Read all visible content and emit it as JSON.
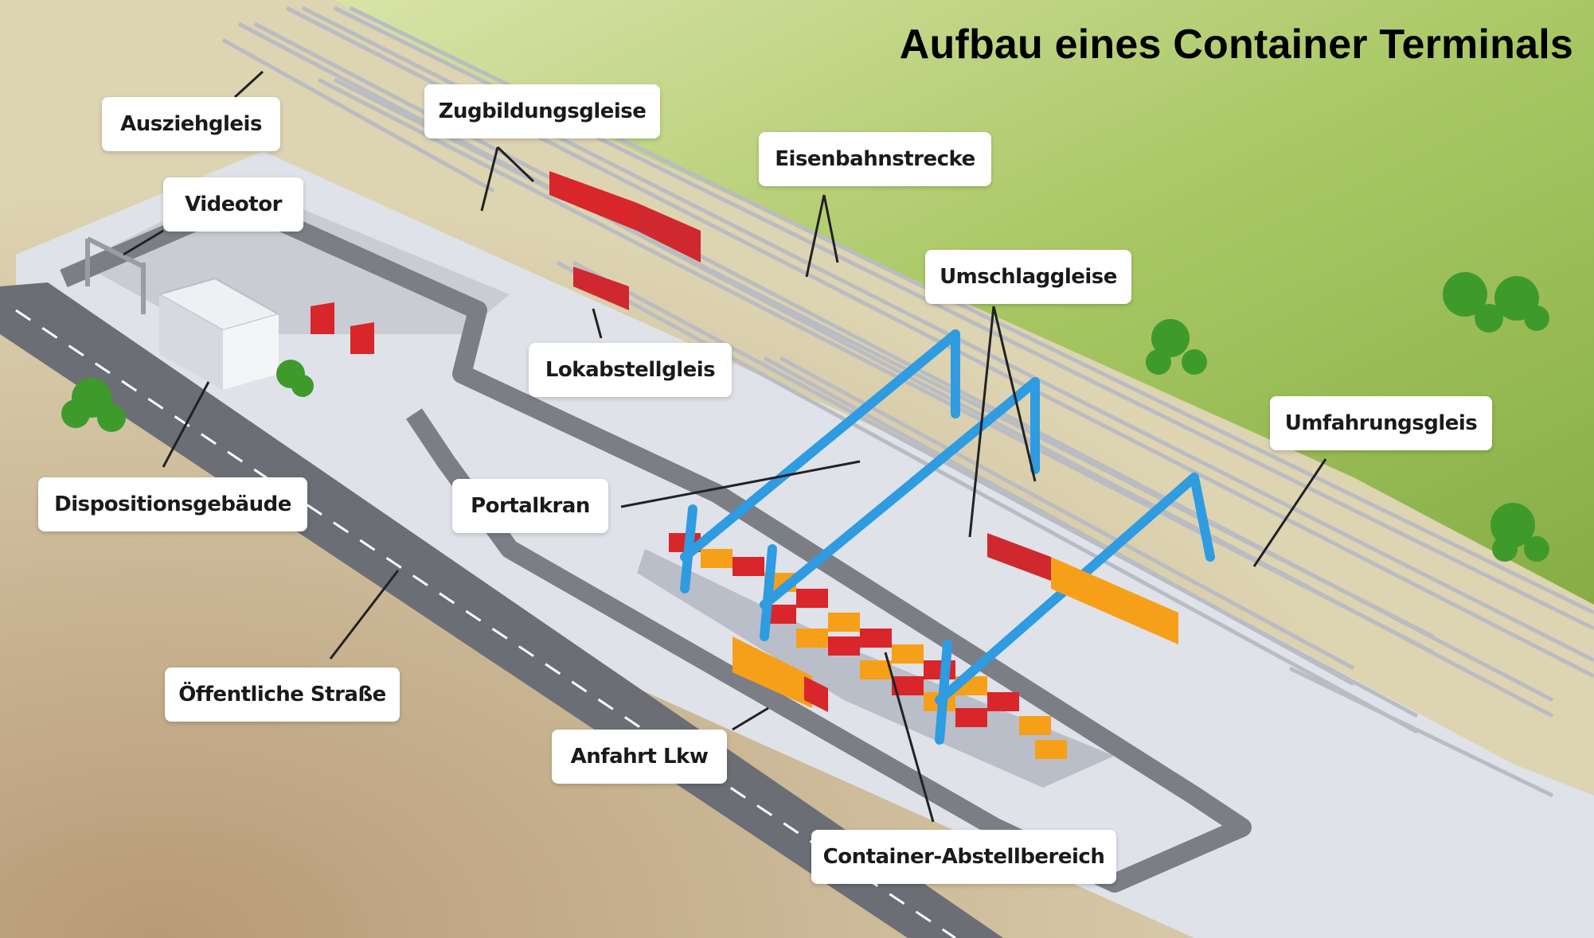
{
  "title": "Aufbau eines Container Terminals",
  "labels": {
    "ausziehgleis": "Ausziehgleis",
    "zugbildungsgleise": "Zugbildungsgleise",
    "eisenbahnstrecke": "Eisenbahnstrecke",
    "videotor": "Videotor",
    "umschlaggleise": "Umschlaggleise",
    "lokabstellgleis": "Lokabstellgleis",
    "umfahrungsgleis": "Umfahrungsgleis",
    "dispositionsgebaeude": "Dispositionsgebäude",
    "portalkran": "Portalkran",
    "oeffentliche_strasse": "Öffentliche Straße",
    "anfahrt_lkw": "Anfahrt Lkw",
    "container_abstellbereich": "Container-Abstellbereich"
  },
  "colors": {
    "grass": "#9dbf55",
    "ground": "#d8cfae",
    "terminal_pavement": "#dde0e6",
    "road": "#6b6e75",
    "rail": "#b9bcc3",
    "crane": "#2f9be0",
    "container_red": "#d8262b",
    "container_orange": "#f6a01a",
    "locomotive": "#d0282f"
  }
}
